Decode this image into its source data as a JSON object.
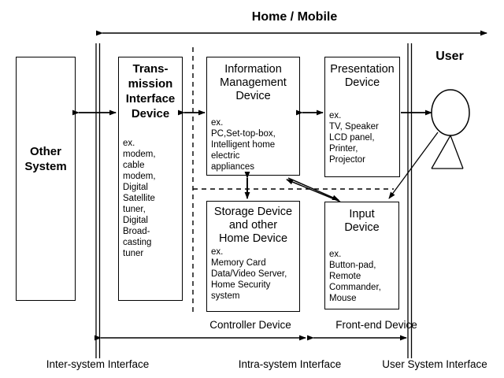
{
  "diagram": {
    "title": "Home / Mobile",
    "user_label": "User",
    "boxes": {
      "other_system": {
        "title": "Other\nSystem",
        "examples": ""
      },
      "transmission_interface_device": {
        "title": "Trans-\nmission\nInterface\nDevice",
        "examples": "ex.\nmodem,\ncable\nmodem,\nDigital\nSatellite\ntuner,\nDigital\nBroad-\ncasting\ntuner"
      },
      "information_management_device": {
        "title": "Information\nManagement\nDevice",
        "examples": "ex.\nPC,Set-top-box,\nIntelligent home\nelectric\nappliances"
      },
      "presentation_device": {
        "title": "Presentation\nDevice",
        "examples": "ex.\nTV, Speaker\nLCD panel,\nPrinter,\nProjector"
      },
      "storage_device": {
        "title": "Storage Device\nand other\n Home Device",
        "examples": "ex.\nMemory Card\nData/Video Server,\nHome Security\nsystem"
      },
      "input_device": {
        "title": "Input\nDevice",
        "examples": "ex.\nButton-pad,\nRemote\nCommander,\nMouse"
      }
    },
    "span_labels": {
      "controller_device": "Controller  Device",
      "front_end_device": "Front-end Device"
    },
    "interface_labels": {
      "inter_system": "Inter-system Interface",
      "intra_system": "Intra-system Interface",
      "user_system": "User System Interface"
    },
    "colors": {
      "stroke": "#000000",
      "background": "#ffffff"
    }
  }
}
